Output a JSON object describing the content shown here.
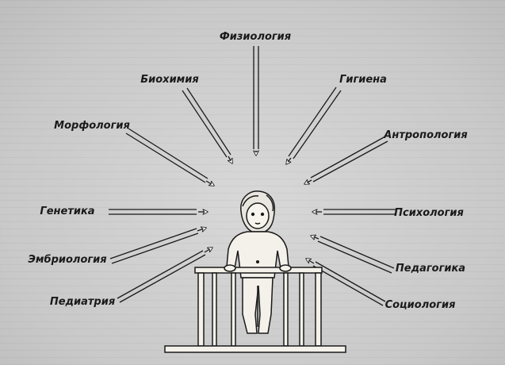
{
  "labels": {
    "fiziologiya": "Физиология",
    "biokhimiya": "Биохимия",
    "gigiena": "Гигиена",
    "morfologiya": "Морфология",
    "antropologiya": "Антропология",
    "genetika": "Генетика",
    "psikhologiya": "Психология",
    "embriologiya": "Эмбриология",
    "pedagogika": "Педагогика",
    "pediatriya": "Педиатрия",
    "sotsiologiya": "Социология"
  }
}
